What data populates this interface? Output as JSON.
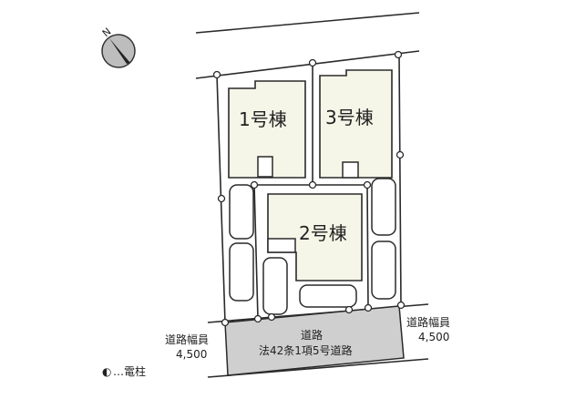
{
  "buildings": [
    {
      "label": "1号棟"
    },
    {
      "label": "2号棟"
    },
    {
      "label": "3号棟"
    }
  ],
  "road": {
    "name": "道路",
    "classification": "法42条1項5号道路",
    "width_left_label": "道路幅員",
    "width_left_value": "4,500",
    "width_right_label": "道路幅員",
    "width_right_value": "4,500",
    "color": "#cfcfcf"
  },
  "compass": {
    "label": "N"
  },
  "legend": {
    "symbol": "◐",
    "text": "…電柱"
  },
  "colors": {
    "building_fill": "#f6f6e8",
    "line": "#2a2a2a"
  }
}
